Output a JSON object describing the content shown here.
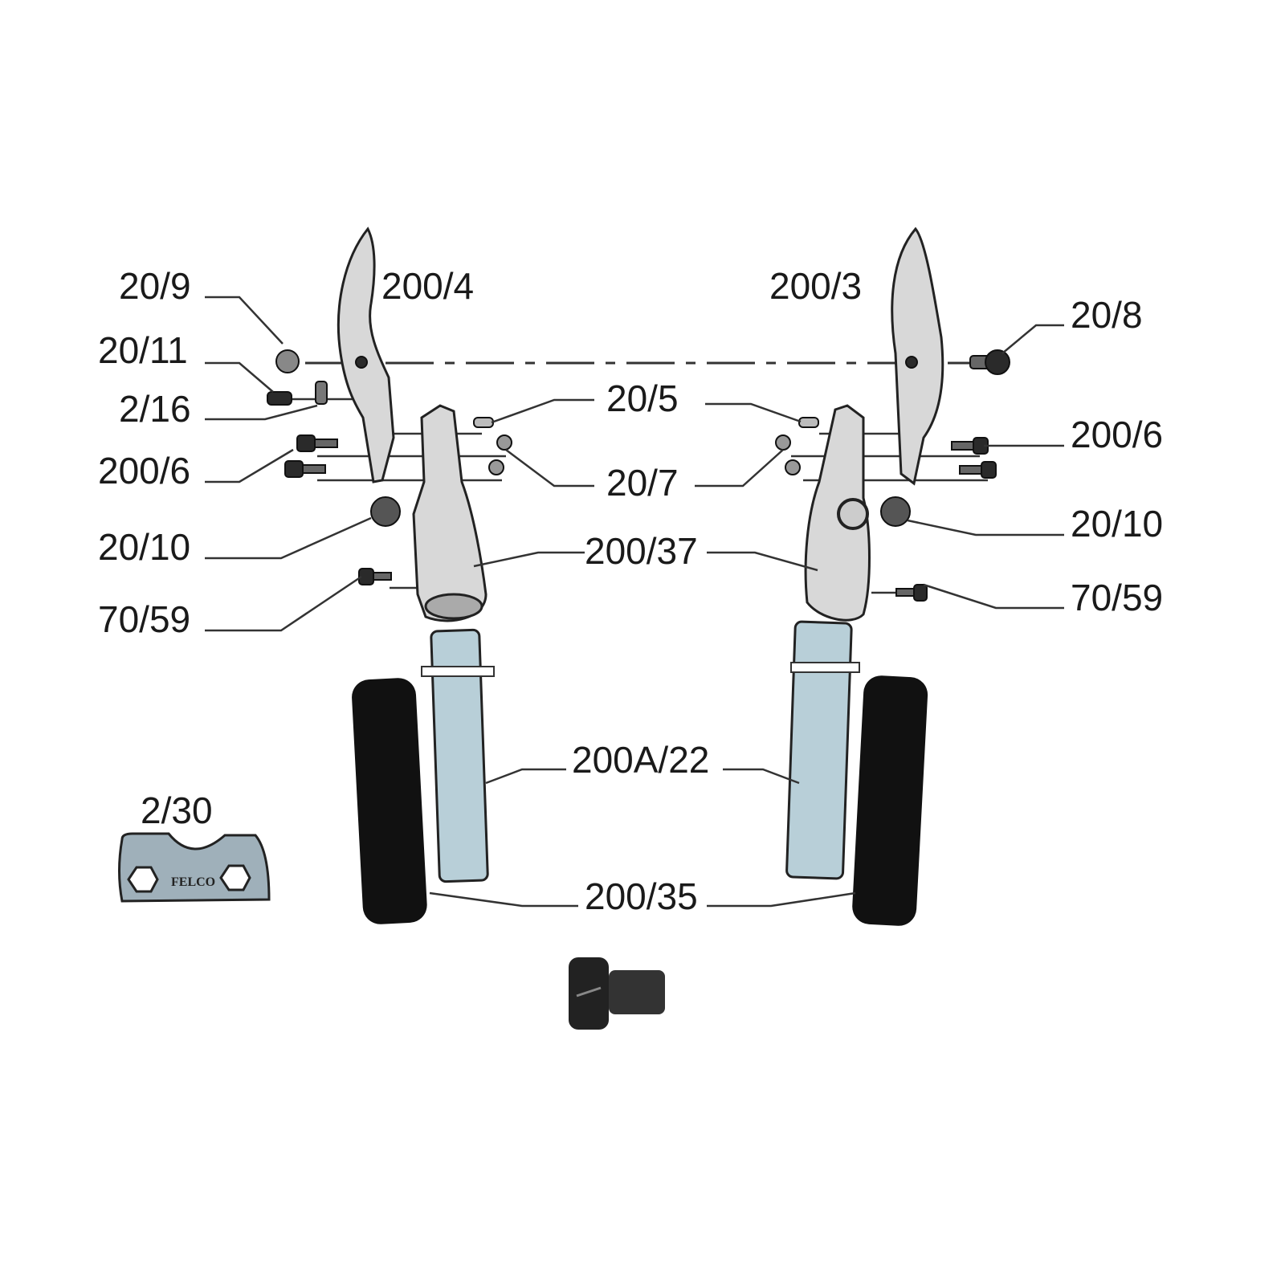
{
  "title": "Exploded parts diagram – pruning shears",
  "labels": {
    "p20_9": "20/9",
    "p200_4": "200/4",
    "p20_11": "20/11",
    "p2_16": "2/16",
    "p200_6_left": "200/6",
    "p20_10_left": "20/10",
    "p70_59_left": "70/59",
    "p200_3": "200/3",
    "p20_8": "20/8",
    "p20_5": "20/5",
    "p20_7": "20/7",
    "p200_37": "200/37",
    "p200_6_right": "200/6",
    "p20_10_right": "20/10",
    "p70_59_right": "70/59",
    "p200A_22": "200A/22",
    "p2_30": "2/30",
    "p200_35": "200/35"
  },
  "logo_text": "FELCO",
  "colors": {
    "tube": "#b8cfd8",
    "grip": "#111111",
    "metal": "#d8d8d8",
    "tool": "#9fb0ba"
  }
}
